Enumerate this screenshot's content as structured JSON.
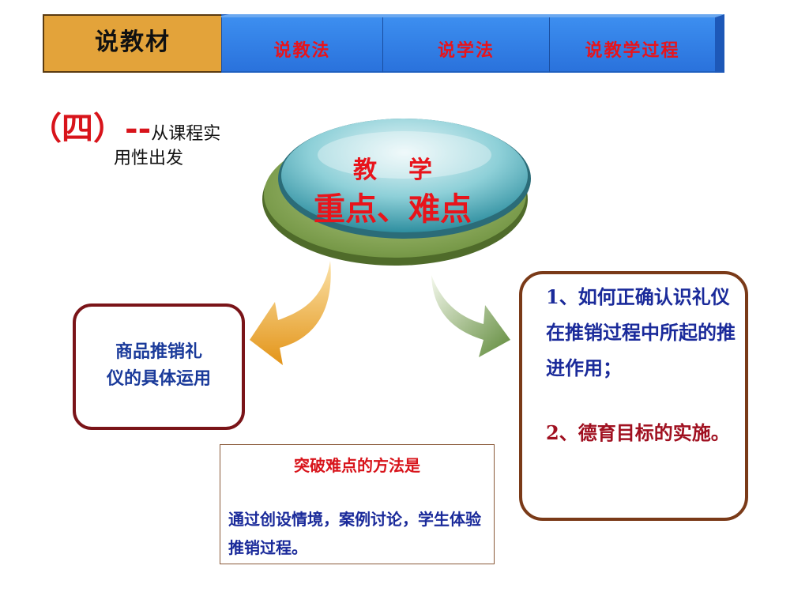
{
  "nav": {
    "tabs": [
      {
        "label": "说教材",
        "active": true
      },
      {
        "label": "说教法",
        "active": false
      },
      {
        "label": "说学法",
        "active": false
      },
      {
        "label": "说教学过程",
        "active": false
      }
    ]
  },
  "heading": {
    "main": "（四）--",
    "sub_line1": "从课程实",
    "sub_line2": "用性出发"
  },
  "center": {
    "line1": "教学",
    "line2": "重点、难点"
  },
  "left_box": {
    "line1": "商品推销礼",
    "line2": "仪的具体运用"
  },
  "right_box": {
    "item1": "1、如何正确认识礼仪在推销过程中所起的推进作用；",
    "item2": "2、德育目标的实施。"
  },
  "middle_box": {
    "title": "突破难点的方法是",
    "body": "通过创设情境，案例讨论，学生体验推销过程。"
  },
  "colors": {
    "accent_red": "#e8141b",
    "tab_active": "#e3a33a",
    "tab_blue": "#2a72dc",
    "text_blue": "#1a2a9a"
  }
}
